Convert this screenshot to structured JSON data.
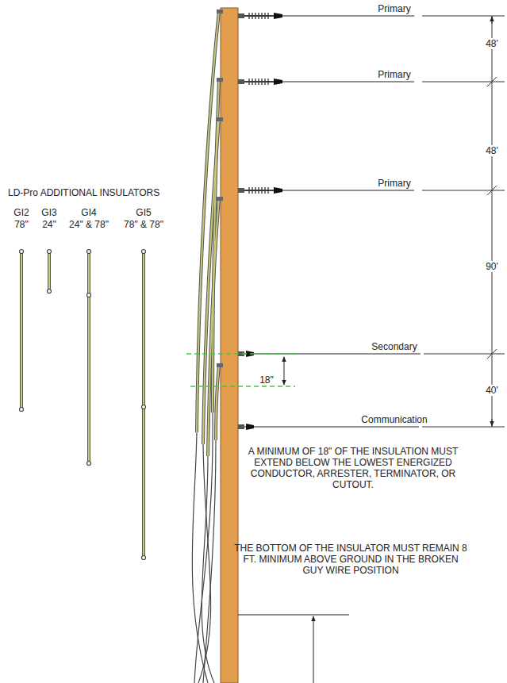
{
  "diagram": {
    "labels": [
      "LD-Pro ADDITIONAL INSULATORS",
      "GI2",
      "78\"",
      "GI3",
      "24\"",
      "GI4",
      "24\" & 78\"",
      "GI5",
      "78\" & 78\"",
      "Primary",
      "Primary",
      "Primary",
      "Secondary",
      "Communication",
      "48'",
      "48'",
      "90'",
      "40'",
      "18\"",
      "A MINIMUM OF 18\" OF THE INSULATION MUST EXTEND BELOW THE LOWEST ENERGIZED CONDUCTOR, ARRESTER, TERMINATOR, OR CUTOUT.",
      "THE BOTTOM OF THE INSULATOR MUST REMAIN 8 FT. MINIMUM ABOVE GROUND IN THE BROKEN GUY WIRE POSITION"
    ]
  }
}
